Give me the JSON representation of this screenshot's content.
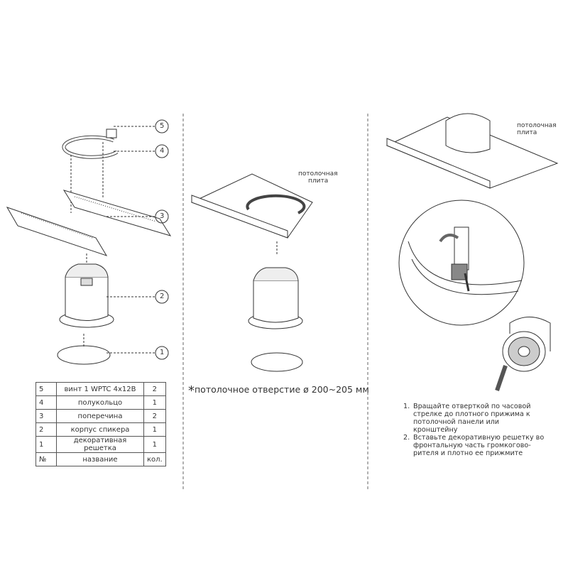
{
  "callouts": [
    "5",
    "4",
    "3",
    "2",
    "1"
  ],
  "parts_table": {
    "rows": [
      {
        "no": "5",
        "name": "винт 1 WPTC 4x12B",
        "qty": "2"
      },
      {
        "no": "4",
        "name": "полукольцо",
        "qty": "1"
      },
      {
        "no": "3",
        "name": "поперечина",
        "qty": "2"
      },
      {
        "no": "2",
        "name": "корпус спикера",
        "qty": "1"
      },
      {
        "no": "1",
        "name": "декоративная решетка",
        "qty": "1"
      }
    ],
    "header": {
      "no": "№",
      "name": "название",
      "qty": "кол."
    }
  },
  "middle": {
    "panel_label_1": "потолочная",
    "panel_label_2": "плита",
    "note_star": "*",
    "note": "потолочное отверстие ø 200~205 мм"
  },
  "right": {
    "panel_label_1": "потолочная",
    "panel_label_2": "плита",
    "steps": [
      {
        "num": "1.",
        "text": "Вращайте отверткой по часовой стрелке до плотного прижима к потолочной панели или кронштейну"
      },
      {
        "num": "2.",
        "text": "Вставьте декоративную решетку во фронтальную часть громкогово-рителя и плотно ее прижмите"
      }
    ]
  }
}
